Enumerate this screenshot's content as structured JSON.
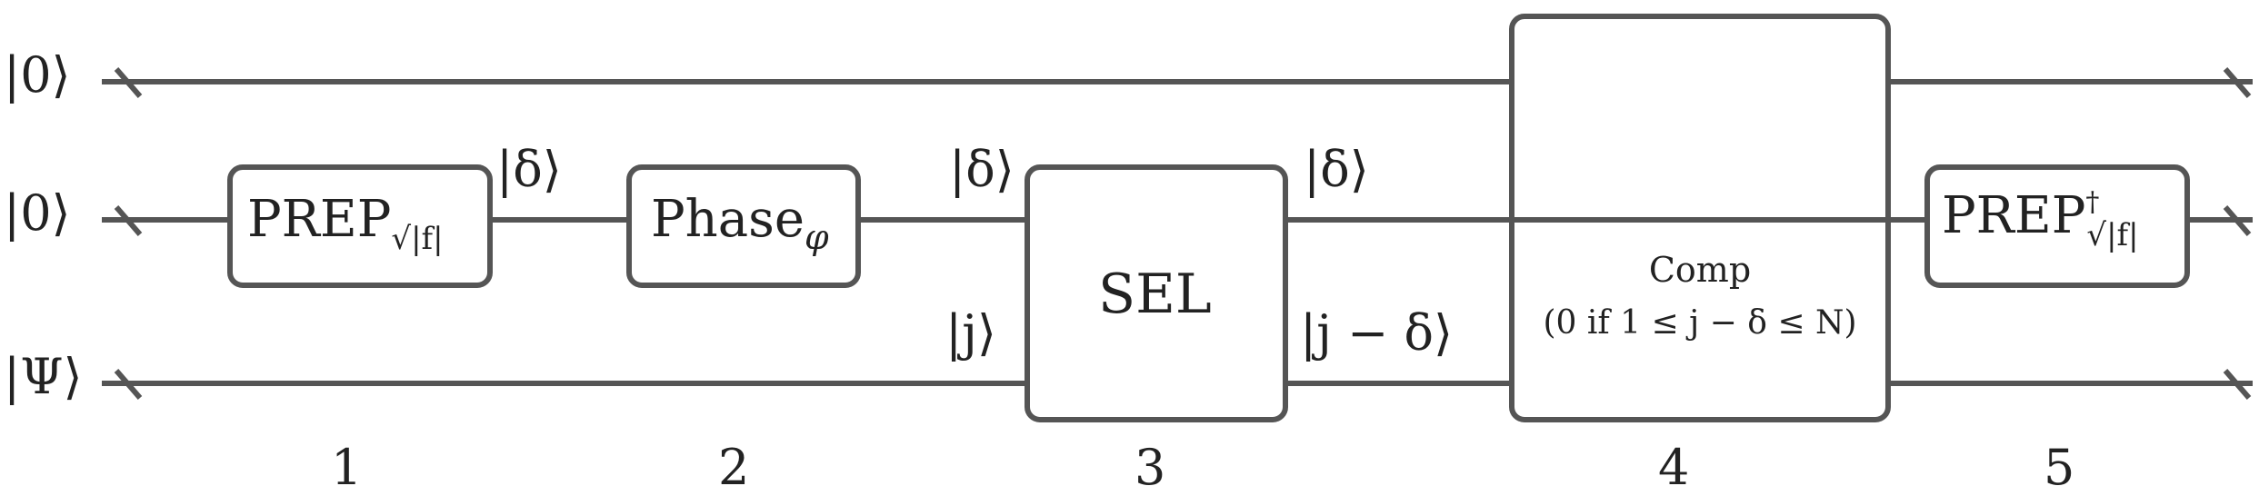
{
  "inputs": {
    "q1": "|0⟩",
    "q2": "|0⟩",
    "q3": "|Ψ⟩"
  },
  "gates": {
    "prep": {
      "name": "PREP",
      "sub": "√|f|"
    },
    "phase": {
      "name": "Phase",
      "sub": "φ"
    },
    "sel": {
      "name": "SEL"
    },
    "comp": {
      "name": "Comp",
      "condition": "(0 if 1 ≤ j − δ ≤ N)"
    },
    "prep_dagger": {
      "name": "PREP",
      "sup": "†",
      "sub": "√|f|"
    }
  },
  "wire_labels": {
    "after_prep": "|δ⟩",
    "before_sel_top": "|δ⟩",
    "before_sel_bottom": "|j⟩",
    "after_sel_top": "|δ⟩",
    "after_sel_bottom": "|j − δ⟩"
  },
  "steps": [
    "1",
    "2",
    "3",
    "4",
    "5"
  ]
}
